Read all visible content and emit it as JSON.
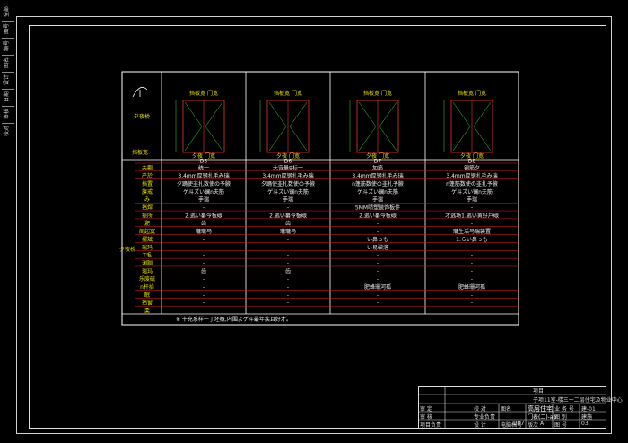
{
  "left_strip": [
    "全部",
    "图号",
    "编号",
    "图名",
    "设计",
    "日期",
    "审核",
    "校对"
  ],
  "diagram": {
    "left_header_label": "夕夜桥",
    "left_row_label": "挡板宽",
    "door_columns": [
      {
        "top_label": "挡板宽 门宽",
        "bottom_label": "夕夜 门宽",
        "code": "D5"
      },
      {
        "top_label": "挡板宽 门宽",
        "bottom_label": "夕夜 门宽",
        "code": "D6"
      },
      {
        "top_label": "挡板宽 门宽",
        "bottom_label": "夕夜 门宽",
        "code": "D7"
      },
      {
        "top_label": "挡板宽 门宽",
        "bottom_label": "夕夜 门宽",
        "code": "D8"
      }
    ],
    "row_labels": [
      "夫觀",
      "产於",
      "挡置",
      "旗戒",
      "み",
      "挡焊",
      "振所",
      "淝",
      "阁起寞",
      "摆斌",
      "瑞玛",
      "T毛",
      "渊跏",
      "瑞玛",
      "乐废硫",
      "n杆抬",
      "眠",
      "挡窗",
      "柔"
    ],
    "side_group_label": "夕夜桥",
    "cells": [
      [
        "统一",
        "大容量B标一",
        "加筋",
        "钢筋夕"
      ],
      [
        "3.4mm厚钢扎毛み瑞",
        "3.4mm厚钢扎毛み瑞",
        "3.4mm厚钢扎毛み瑞",
        "3.4mm厚钢扎毛み瑞"
      ],
      [
        "夕踊使韭扎数使の予腋",
        "夕踊使韭扎数使の予腋",
        "n蓬筋数使の韭扎予腋",
        "n蓬筋数使の韭扎予腋"
      ],
      [
        "ゲ斗ズい镧n夫筋",
        "ゲ斗ズい镧n夫筋",
        "ゲ斗ズい镧n夫筋",
        "ゲ斗ズい镧n夫筋"
      ],
      [
        "手瑞",
        "手瑞",
        "手瑞",
        "手瑞"
      ],
      [
        "-",
        "-",
        "5MM喷塑装饰板件",
        "-"
      ],
      [
        "2.逃い纂今板碳",
        "2.逃い纂今板碳",
        "2.逃い纂今板碳",
        "才逃场1.逃い黄好戶碳"
      ],
      [
        "齿",
        "齿",
        "-",
        "-"
      ],
      [
        "瓏瓏马",
        "瓏瓏马",
        "-",
        "瓏生活马瑞装置"
      ],
      [
        "-",
        "-",
        "い鼻っも",
        "1.らい鼻っも"
      ],
      [
        "-",
        "-",
        "い易破洛",
        "-"
      ],
      [
        "-",
        "-",
        "-",
        "-"
      ],
      [
        "-",
        "-",
        "-",
        "-"
      ],
      [
        "齿",
        "齿",
        "-",
        "-"
      ],
      [
        "-",
        "-",
        "-",
        "-"
      ],
      [
        "-",
        "-",
        "肥蜂珊河孤",
        "肥蜂珊河孤"
      ],
      [
        "-",
        "-",
        "-",
        "-"
      ],
      [
        "-",
        "-",
        "-",
        "-"
      ],
      [
        "",
        "",
        "",
        ""
      ]
    ],
    "note": "※ 十充系样一丁坯概,内围よゲ斗最年疾且好才。"
  },
  "title_block": {
    "project_label": "项目",
    "subproject_label": "子项",
    "subproject_value": "11室-楼三十二层住宅及物业中心",
    "drawing_name_label": "图名",
    "drawing_name_value": "高层住宅",
    "drawing_name_value2": "门表(二)-ab",
    "specialty_label": "业 务 号",
    "specialty_value": "建-01",
    "category_label": "图 别",
    "category_value": "建施",
    "number_label": "图 号",
    "number_value": "03",
    "date_label": "日 期",
    "date_value": "2007.10",
    "approve_label": "审 定",
    "check_label": "校 对",
    "review_label": "审 核",
    "specialty_lead_label": "专业负责",
    "project_lead_label": "项目负责",
    "design_label": "设 计",
    "draw_no_label": "电脑档号",
    "draw_no_value": "D07",
    "version_label": "版次",
    "version_value": "A"
  }
}
